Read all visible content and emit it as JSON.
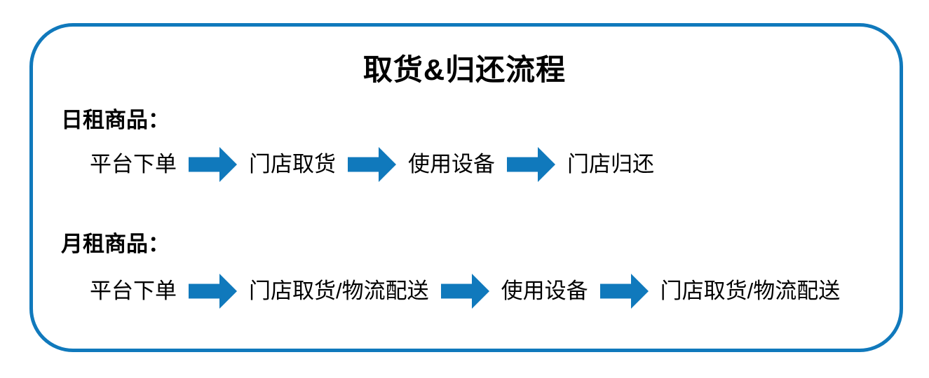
{
  "title": "取货&归还流程",
  "colors": {
    "accent": "#1079BC",
    "text": "#000000",
    "background": "#FFFFFF"
  },
  "icons": {
    "flow_arrow": "right-block-arrow"
  },
  "sections": [
    {
      "label": "日租商品：",
      "steps": [
        "平台下单",
        "门店取货",
        "使用设备",
        "门店归还"
      ]
    },
    {
      "label": "月租商品：",
      "steps": [
        "平台下单",
        "门店取货/物流配送",
        "使用设备",
        "门店取货/物流配送"
      ]
    }
  ]
}
